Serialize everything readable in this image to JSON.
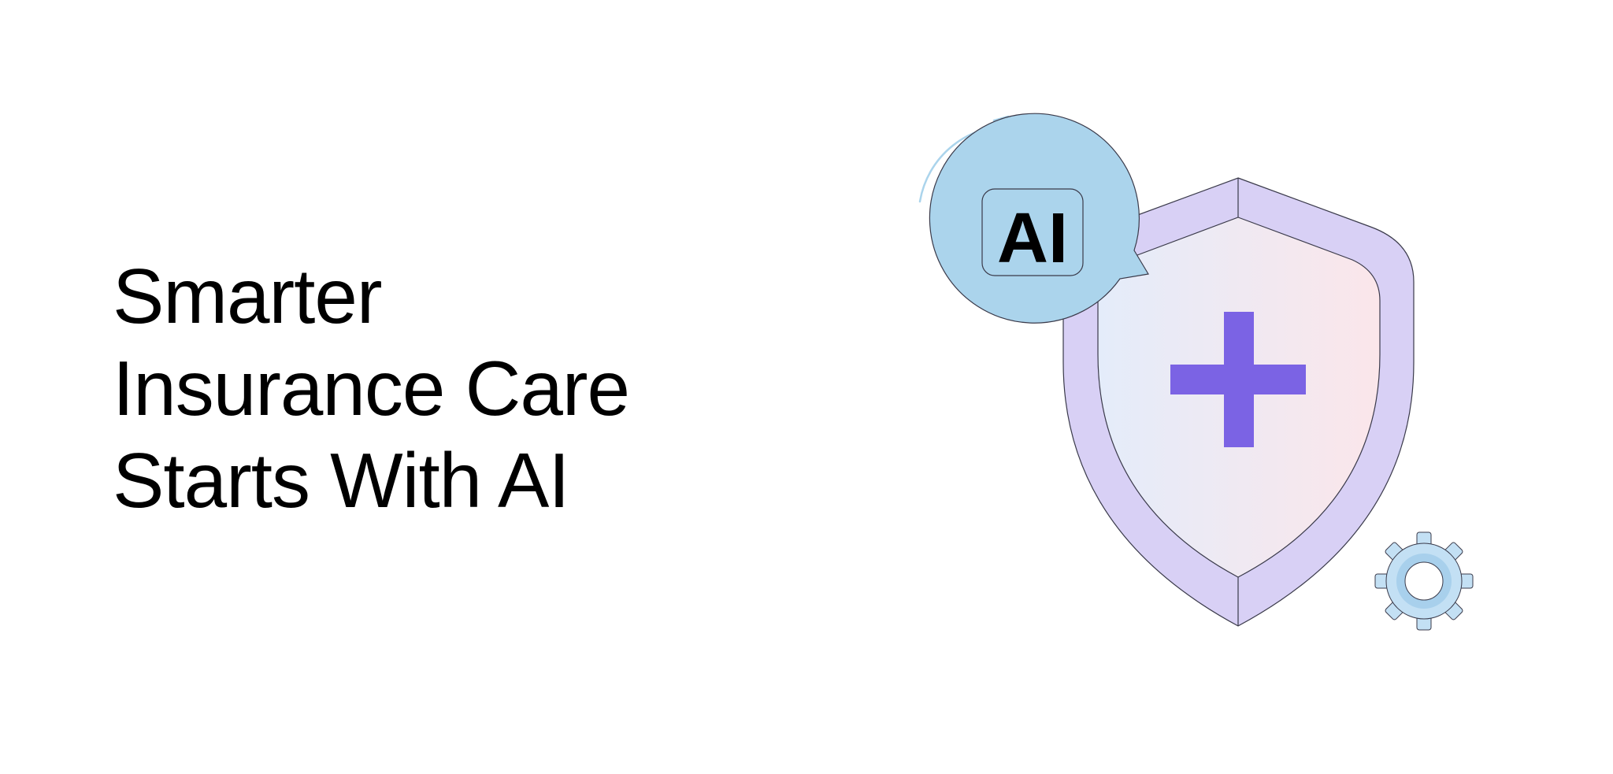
{
  "headline": {
    "line1": "Smarter",
    "line2": "Insurance Care",
    "line3": "Starts With AI"
  },
  "badge": {
    "label": "AI"
  },
  "colors": {
    "shield_outer": "#d8d0f5",
    "shield_inner_left": "#e4ecfa",
    "shield_inner_right": "#fbe6ea",
    "cross": "#7b63e4",
    "bubble": "#abd4ec",
    "gear": "#c3e0f4",
    "outline": "#3a3a4a"
  },
  "icons": [
    "shield-icon",
    "medical-cross-icon",
    "speech-bubble-icon",
    "gear-icon"
  ]
}
